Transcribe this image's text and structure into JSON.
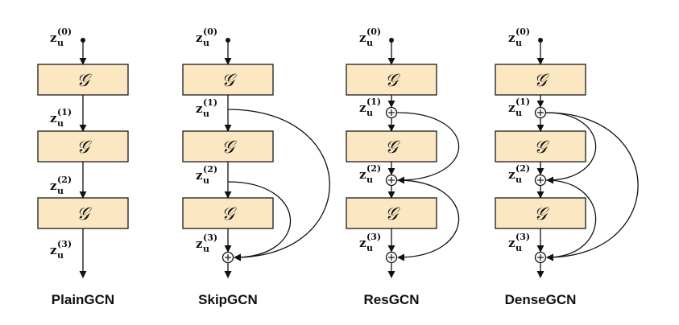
{
  "diagram": {
    "block_symbol": "𝒢",
    "z_base": "z",
    "z_subscript": "u",
    "z_superscripts": [
      "(0)",
      "(1)",
      "(2)",
      "(3)"
    ],
    "panels": [
      {
        "id": "plain",
        "title": "PlainGCN"
      },
      {
        "id": "skip",
        "title": "SkipGCN"
      },
      {
        "id": "res",
        "title": "ResGCN"
      },
      {
        "id": "dense",
        "title": "DenseGCN"
      }
    ],
    "colors": {
      "block_fill": "#fbe8c2",
      "stroke": "#111111"
    }
  }
}
